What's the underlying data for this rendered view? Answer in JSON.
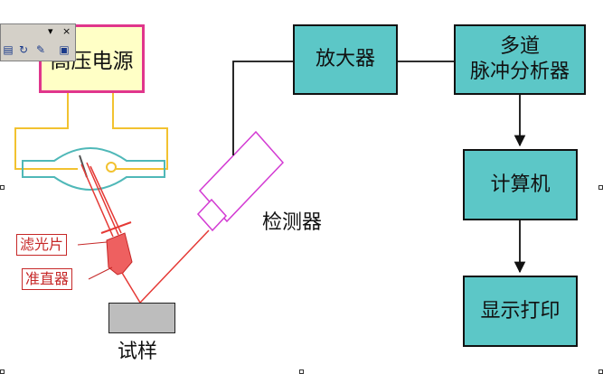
{
  "toolbar": {
    "dropdown_icon": "chevron-down-icon",
    "close_label": "×",
    "buttons": [
      "format-icon",
      "rotate-icon",
      "pen-icon",
      "image-icon"
    ]
  },
  "diagram": {
    "high_voltage": "高压电源",
    "amplifier": "放大器",
    "multichannel_line1": "多道",
    "multichannel_line2": "脉冲分析器",
    "computer": "计算机",
    "display_print": "显示打印",
    "detector": "检测器",
    "filter": "滤光片",
    "collimator": "准直器",
    "sample": "试样"
  },
  "colors": {
    "box_fill": "#5cc7c7",
    "power_fill": "#ffffc6",
    "power_border": "#e0368c",
    "tube_wire": "#f2c230",
    "tube_body": "#4fb8b8",
    "beam": "#e53935",
    "detector_outline": "#d33bd3"
  }
}
